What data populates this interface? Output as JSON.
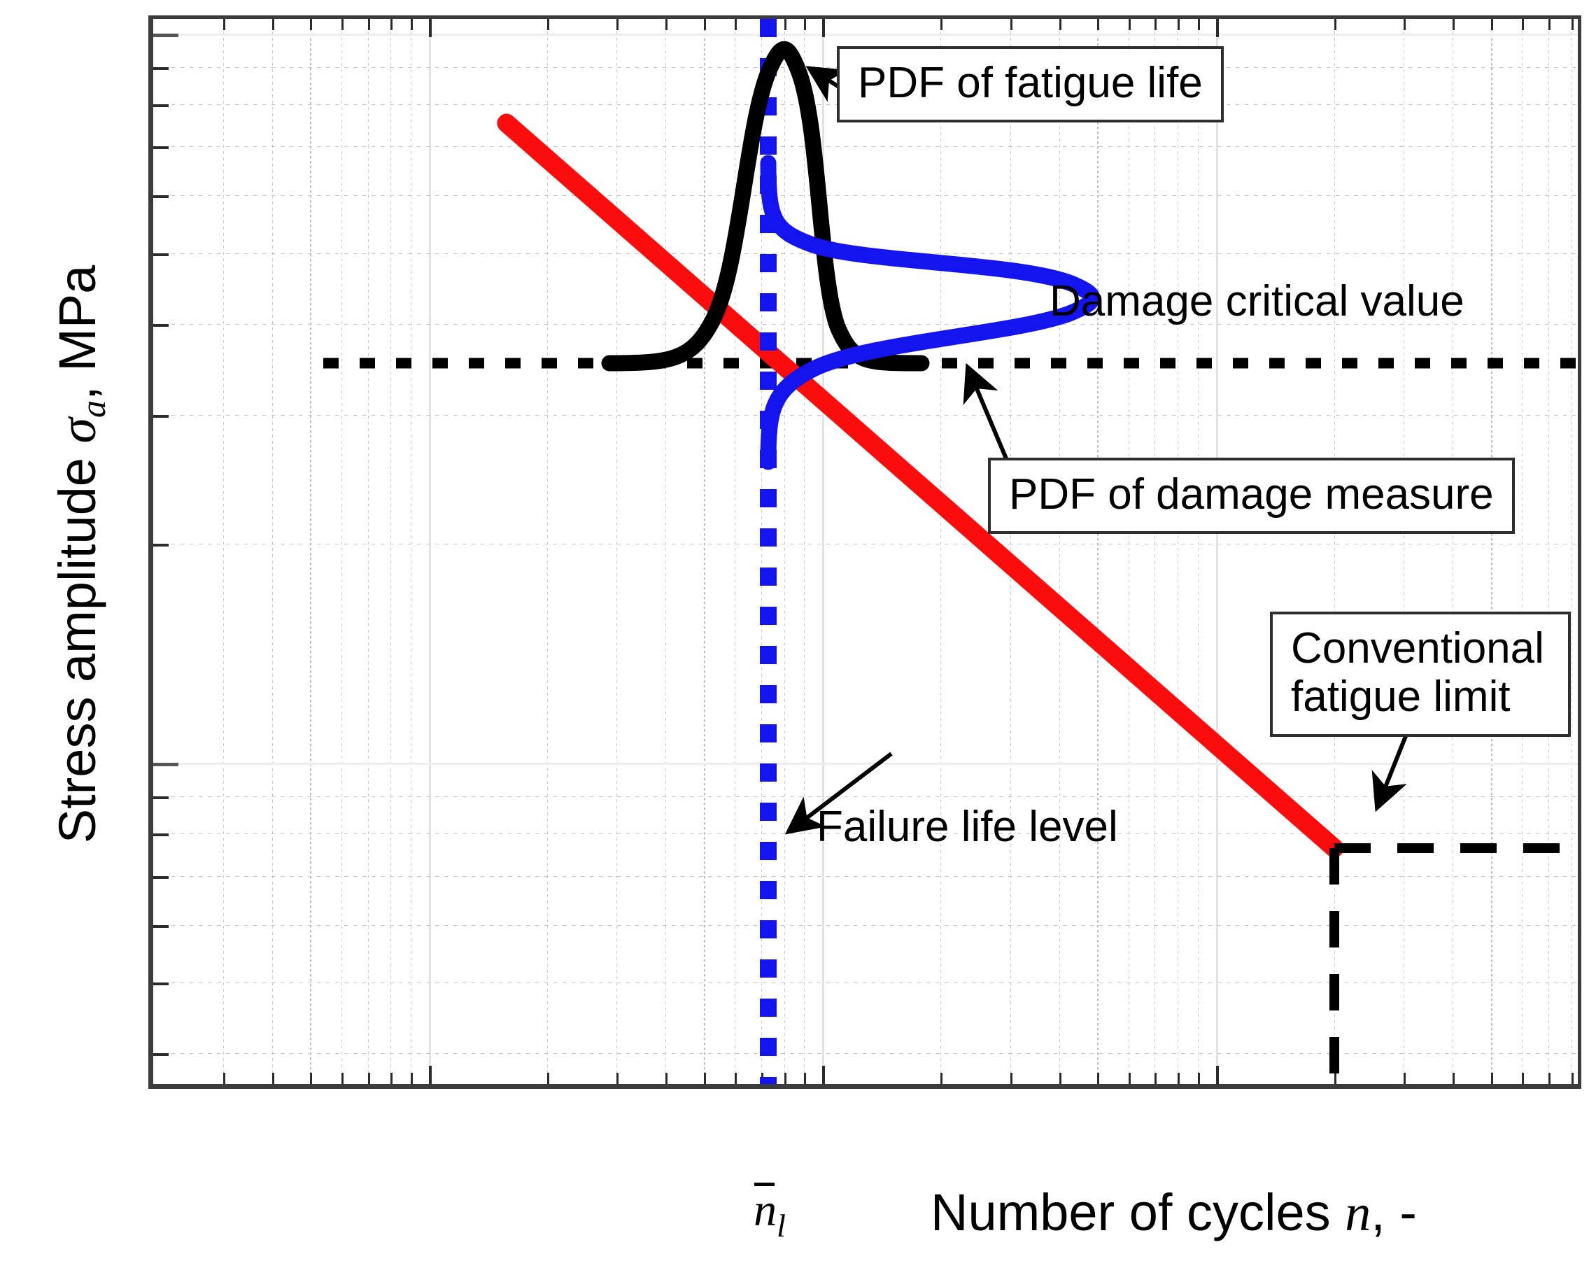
{
  "axes": {
    "ylabel_prefix": "Stress amplitude ",
    "ylabel_symbol": "σ",
    "ylabel_symbol_sub": "a",
    "ylabel_suffix": ", MPa",
    "xlabel_prefix": "Number of cycles ",
    "xlabel_symbol": "n",
    "xlabel_suffix": ", -",
    "xtick_symbol": "n",
    "xtick_sub": "l",
    "scale": "log-log",
    "xticklabels": [
      "n̄_l"
    ],
    "yticklabels": []
  },
  "annotations": {
    "pdf_fatigue_life": "PDF of fatigue life",
    "damage_critical_value": "Damage critical value",
    "pdf_damage_measure": "PDF of damage measure",
    "conventional_fatigue_limit_line1": "Conventional",
    "conventional_fatigue_limit_line2": "fatigue limit",
    "failure_life_level": "Failure life level"
  },
  "colors": {
    "sn_curve": "#fc0d0d",
    "failure_life_line": "#1414ee",
    "pdf_damage_measure": "#1414ee",
    "pdf_fatigue_life": "#000000",
    "damage_critical_line": "#000000",
    "fatigue_limit_line": "#000000",
    "grid_minor": "#c9c9c9",
    "grid_major": "#e5e5e5",
    "axis": "#3c3c3c"
  },
  "chart_data": {
    "type": "line",
    "title": "",
    "xlabel": "Number of cycles n, -",
    "ylabel": "Stress amplitude σa, MPa",
    "xscale": "log",
    "yscale": "log",
    "grid": true,
    "legend": "none",
    "annotations_list": [
      "PDF of fatigue life",
      "Damage critical value",
      "PDF of damage measure",
      "Conventional fatigue limit",
      "Failure life level"
    ],
    "series": [
      {
        "name": "S-N curve (Basquin line)",
        "color": "#fc0d0d",
        "style": "solid-thick",
        "points": [
          [
            0.248,
            0.902
          ],
          [
            0.824,
            0.222
          ]
        ],
        "description": "Red straight S-N (Woehler) line descending from upper-left to the knee point"
      },
      {
        "name": "Conventional fatigue limit (horizontal)",
        "color": "#000000",
        "style": "dashed",
        "points": [
          [
            0.824,
            0.222
          ],
          [
            1.0,
            0.222
          ]
        ],
        "description": "Black dashed horizontal line right of the knee point"
      },
      {
        "name": "Conventional fatigue limit (vertical drop)",
        "color": "#000000",
        "style": "dashed",
        "points": [
          [
            0.824,
            0.222
          ],
          [
            0.824,
            0.0
          ]
        ],
        "description": "Black dashed vertical line down from the knee point to the x-axis"
      },
      {
        "name": "Damage critical value",
        "color": "#000000",
        "style": "dotted",
        "points": [
          [
            0.119,
            0.68
          ],
          [
            1.0,
            0.68
          ]
        ],
        "description": "Black dotted horizontal line at the damage critical level"
      },
      {
        "name": "Failure life level",
        "color": "#1414ee",
        "style": "dotted-thick",
        "points": [
          [
            0.43,
            1.0
          ],
          [
            0.43,
            0.0
          ]
        ],
        "description": "Blue dotted vertical line at the mean failure life n-bar-l"
      },
      {
        "name": "PDF of fatigue life",
        "color": "#000000",
        "style": "solid-thick",
        "orientation": "vertical-bell",
        "center_x": 0.437,
        "base_y": 0.68,
        "peak_y": 0.96,
        "half_width": 0.046,
        "description": "Black bell-shaped probability density of fatigue life, rising vertically from the damage critical line"
      },
      {
        "name": "PDF of damage measure",
        "color": "#1414ee",
        "style": "solid-thick",
        "orientation": "horizontal-bell",
        "center_y": 0.68,
        "base_x": 0.43,
        "peak_x": 0.6,
        "half_height": 0.075,
        "description": "Blue bell-shaped probability density of damage measure, extending horizontally from the failure life line"
      }
    ]
  }
}
